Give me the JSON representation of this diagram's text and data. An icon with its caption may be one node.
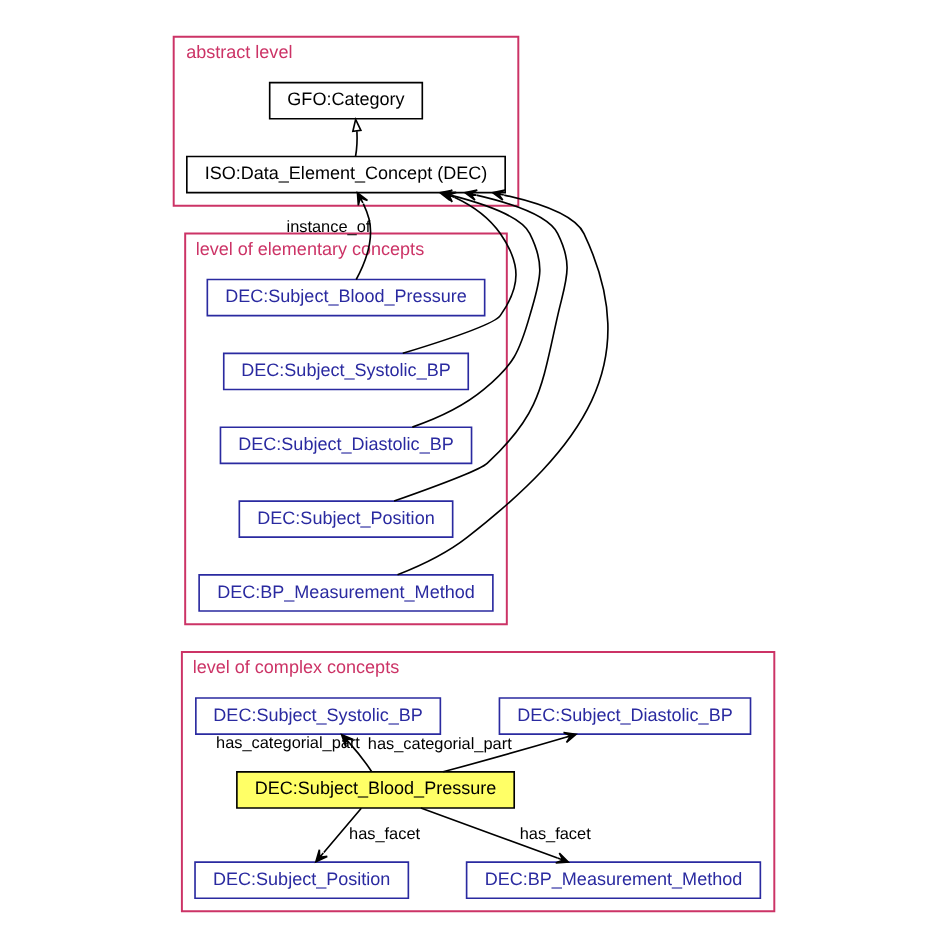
{
  "diagram": {
    "nodes": [
      {
        "text": [
          "abstract level"
        ]
      },
      {
        "text": [
          "GFO:Category"
        ],
        "in": 0
      },
      {
        "text": [
          "ISO:Data_Element_Concept (DEC)"
        ],
        "in": 0
      },
      {
        "text": [
          "level of elementary concepts"
        ]
      },
      {
        "text": [
          "DEC:Subject_Blood_Pressure"
        ],
        "in": 3
      },
      {
        "text": [
          "DEC:Subject_Systolic_BP"
        ],
        "in": 3
      },
      {
        "text": [
          "DEC:Subject_Diastolic_BP"
        ],
        "in": 3
      },
      {
        "text": [
          "DEC:Subject_Position"
        ],
        "in": 3
      },
      {
        "text": [
          "DEC:BP_Measurement_Method"
        ],
        "in": 3
      },
      {
        "text": [
          "level of complex concepts"
        ]
      },
      {
        "text": [
          "DEC:Subject_Systolic_BP"
        ],
        "in": 9
      },
      {
        "text": [
          "DEC:Subject_Diastolic_BP"
        ],
        "in": 9
      },
      {
        "text": [
          "DEC:Subject_Blood_Pressure"
        ],
        "in": 9
      },
      {
        "text": [
          "DEC:Subject_Position"
        ],
        "in": 9
      },
      {
        "text": [
          "DEC:BP_Measurement_Method"
        ],
        "in": 9
      }
    ],
    "edges": [
      {
        "from": 2,
        "to": 1,
        "arrow": "to"
      },
      {
        "from": 4,
        "to": 2,
        "arrow": "to",
        "label": "instance_of"
      },
      {
        "from": 5,
        "to": 2,
        "arrow": "to"
      },
      {
        "from": 6,
        "to": 2,
        "arrow": "to"
      },
      {
        "from": 7,
        "to": 2,
        "arrow": "to"
      },
      {
        "from": 8,
        "to": 2,
        "arrow": "to"
      },
      {
        "from": 12,
        "to": 10,
        "arrow": "to",
        "label": "has_categorial_part"
      },
      {
        "from": 12,
        "to": 11,
        "arrow": "to",
        "label": "has_categorial_part"
      },
      {
        "from": 12,
        "to": 13,
        "arrow": "to",
        "label": "has_facet"
      },
      {
        "from": 12,
        "to": 14,
        "arrow": "to",
        "label": "has_facet"
      }
    ]
  }
}
